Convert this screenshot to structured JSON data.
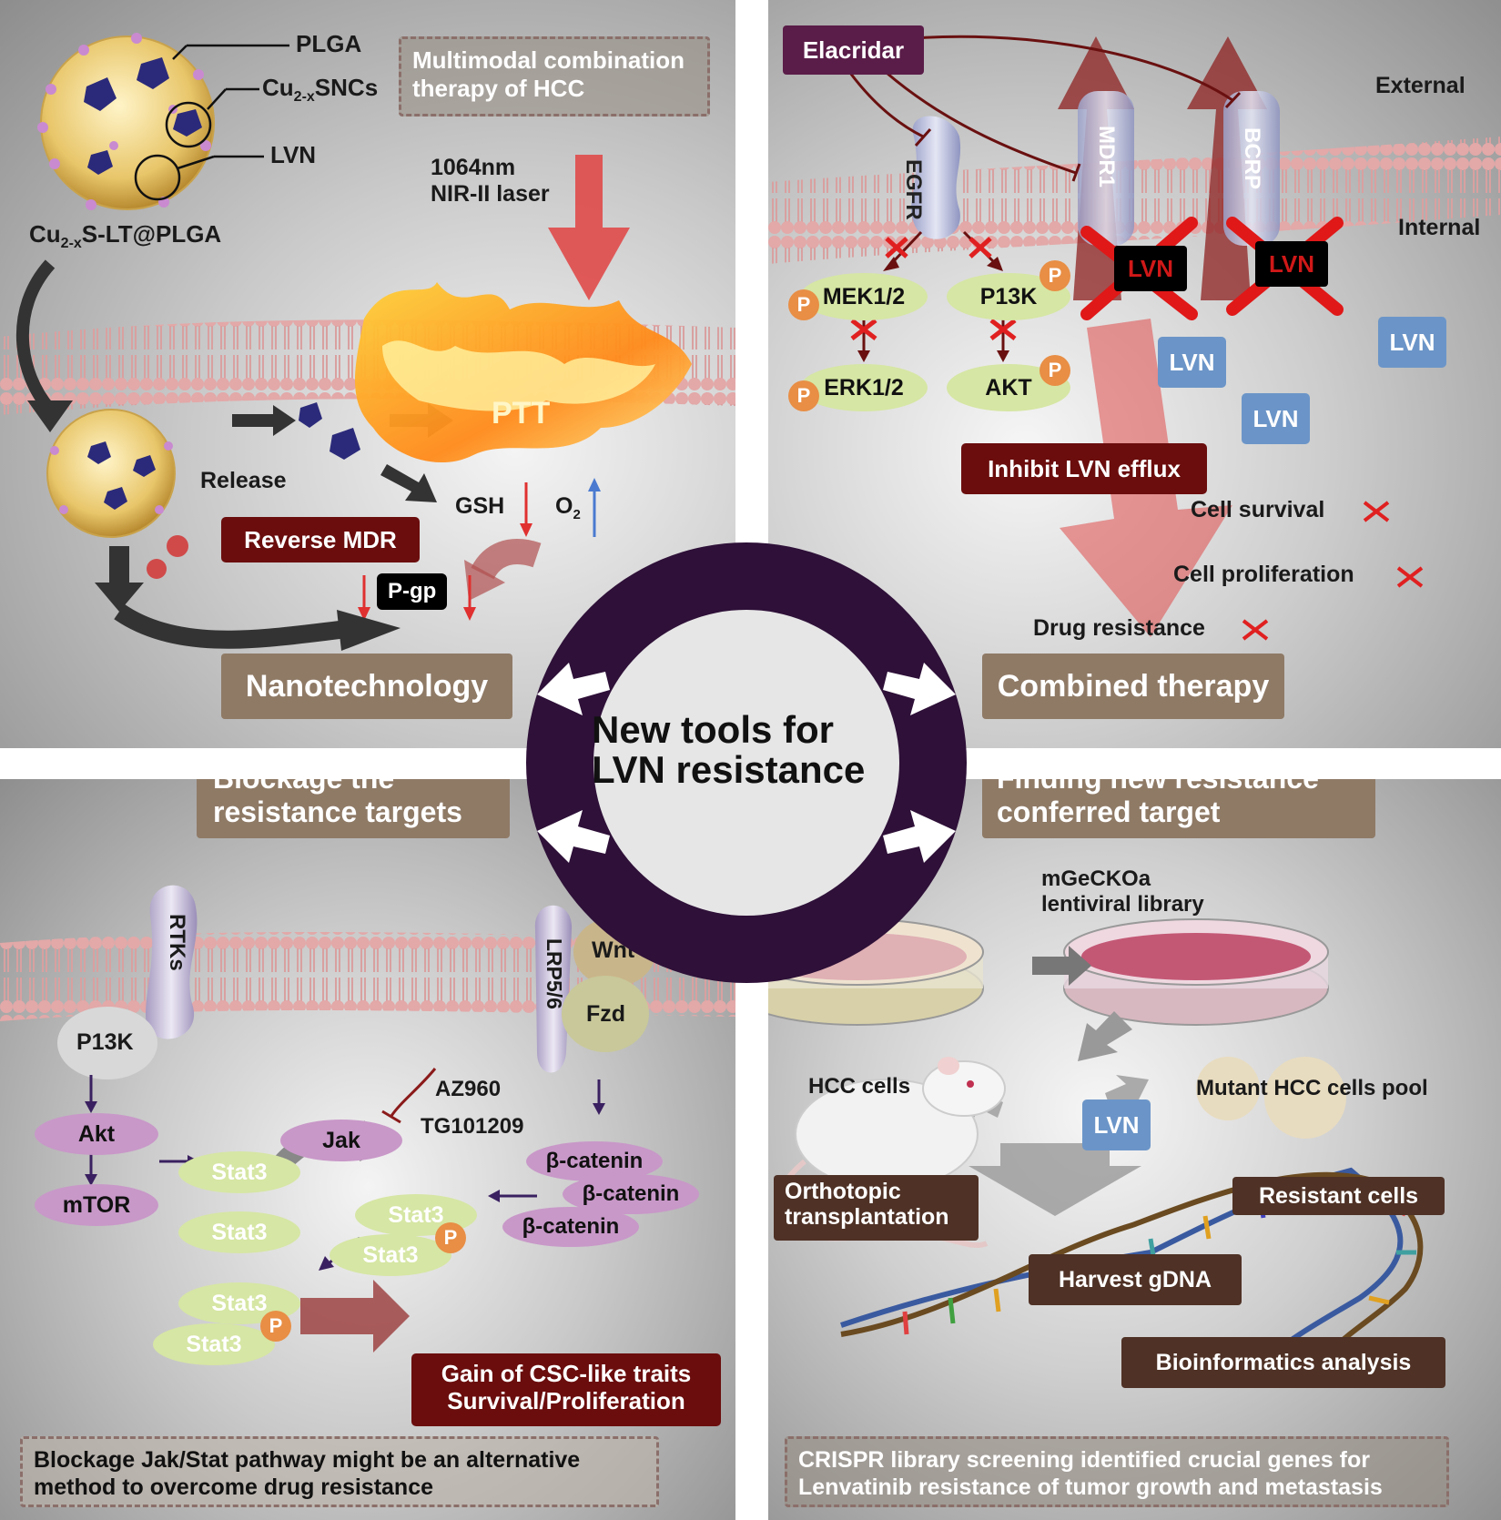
{
  "center": {
    "title_line1": "New tools for",
    "title_line2": "LVN resistance"
  },
  "top_left": {
    "label_plga": "PLGA",
    "label_cu_base": "Cu",
    "label_cu_sub": "2-x",
    "label_cu_rest": "SNCs",
    "label_lvn": "LVN",
    "label_np_base": "Cu",
    "label_np_sub": "2-x",
    "label_np_rest": "S-LT@PLGA",
    "box_title": "Multimodal combination\ntherapy of HCC",
    "laser": "1064nm\nNIR-II laser",
    "ptt": "PTT",
    "release": "Release",
    "gsh": "GSH",
    "o2_base": "O",
    "o2_sub": "2",
    "reverse_mdr": "Reverse MDR",
    "pgp": "P-gp",
    "footer": "Nanotechnology"
  },
  "top_right": {
    "elacridar": "Elacridar",
    "external": "External",
    "internal": "Internal",
    "egfr": "EGFR",
    "mdr1": "MDR1",
    "bcrp": "BCRP",
    "lvn_blocked_1": "LVN",
    "lvn_blocked_2": "LVN",
    "mek": "MEK1/2",
    "p13k": "P13K",
    "erk": "ERK1/2",
    "akt": "AKT",
    "p_label": "P",
    "lvn_1": "LVN",
    "lvn_2": "LVN",
    "lvn_3": "LVN",
    "inhibit": "Inhibit LVN efflux",
    "cell_survival": "Cell survival",
    "cell_proliferation": "Cell proliferation",
    "drug_resistance": "Drug resistance",
    "footer": "Combined therapy"
  },
  "bottom_left": {
    "title": "Blockage the\nresistance targets",
    "rtks": "RTKs",
    "lrp": "LRP5/6",
    "wnt": "Wnt",
    "fzd": "Fzd",
    "p13k": "P13K",
    "akt": "Akt",
    "mtor": "mTOR",
    "az960": "AZ960",
    "tg": "TG101209",
    "jak": "Jak",
    "stat3": "Stat3",
    "catenin": "β-catenin",
    "p_label": "P",
    "gain": "Gain of CSC-like traits\nSurvival/Proliferation",
    "footer": "Blockage Jak/Stat pathway might be an alternative\nmethod to overcome drug resistance"
  },
  "bottom_right": {
    "title": "Finding new resistance\nconferred target",
    "library": "mGeCKOa\nlentiviral library",
    "hcc_cells": "HCC cells",
    "mutant": "Mutant HCC cells pool",
    "lvn": "LVN",
    "orthotopic": "Orthotopic\ntransplantation",
    "resistant": "Resistant cells",
    "harvest": "Harvest gDNA",
    "bioinformatics": "Bioinformatics analysis",
    "footer": "CRISPR library screening identified crucial genes for\nLenvatinib resistance of tumor growth and metastasis"
  },
  "colors": {
    "ring": "#2e1038",
    "tan_box": "#8f7a66",
    "dark_red_box": "#6b0d0d",
    "membrane_pink": "#d99a9a",
    "lvn_blue": "#6b95c8",
    "p_orange": "#e88e45"
  }
}
